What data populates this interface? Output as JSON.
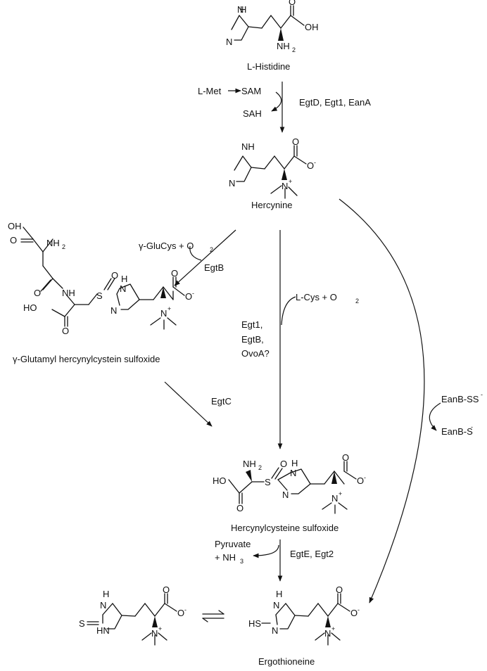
{
  "compounds": {
    "histidine": "L-Histidine",
    "hercynine": "Hercynine",
    "glutamyl": "γ-Glutamyl hercynylcystein sulfoxide",
    "hercynylcysteine": "Hercynylcysteine sulfoxide",
    "ergothioneine": "Ergothioneine"
  },
  "reagents": {
    "lmet": "L-Met",
    "sam": "SAM",
    "sah": "SAH",
    "glucys": "γ-GluCys + O",
    "lcys": "L-Cys + O",
    "o2sub": "2",
    "pyruvate": "Pyruvate",
    "nh3": "+ NH",
    "nh3sub": "3",
    "eanb_ss": "EanB-SS",
    "eanb_s": "EanB-S",
    "minus": "-"
  },
  "enzymes": {
    "step1": "EgtD, Egt1, EanA",
    "egtb": "EgtB",
    "egt1": "Egt1,",
    "egtb2": "EgtB,",
    "ovoa": "OvoA?",
    "egtc": "EgtC",
    "step_last": "EgtE, Egt2"
  },
  "atoms": {
    "H": "H",
    "N": "N",
    "NH": "NH",
    "HN": "HN",
    "NH2": "NH",
    "two": "2",
    "O": "O",
    "OH": "OH",
    "HO": "HO",
    "S": "S",
    "SH": "HS",
    "minus": "-",
    "plus": "+"
  }
}
